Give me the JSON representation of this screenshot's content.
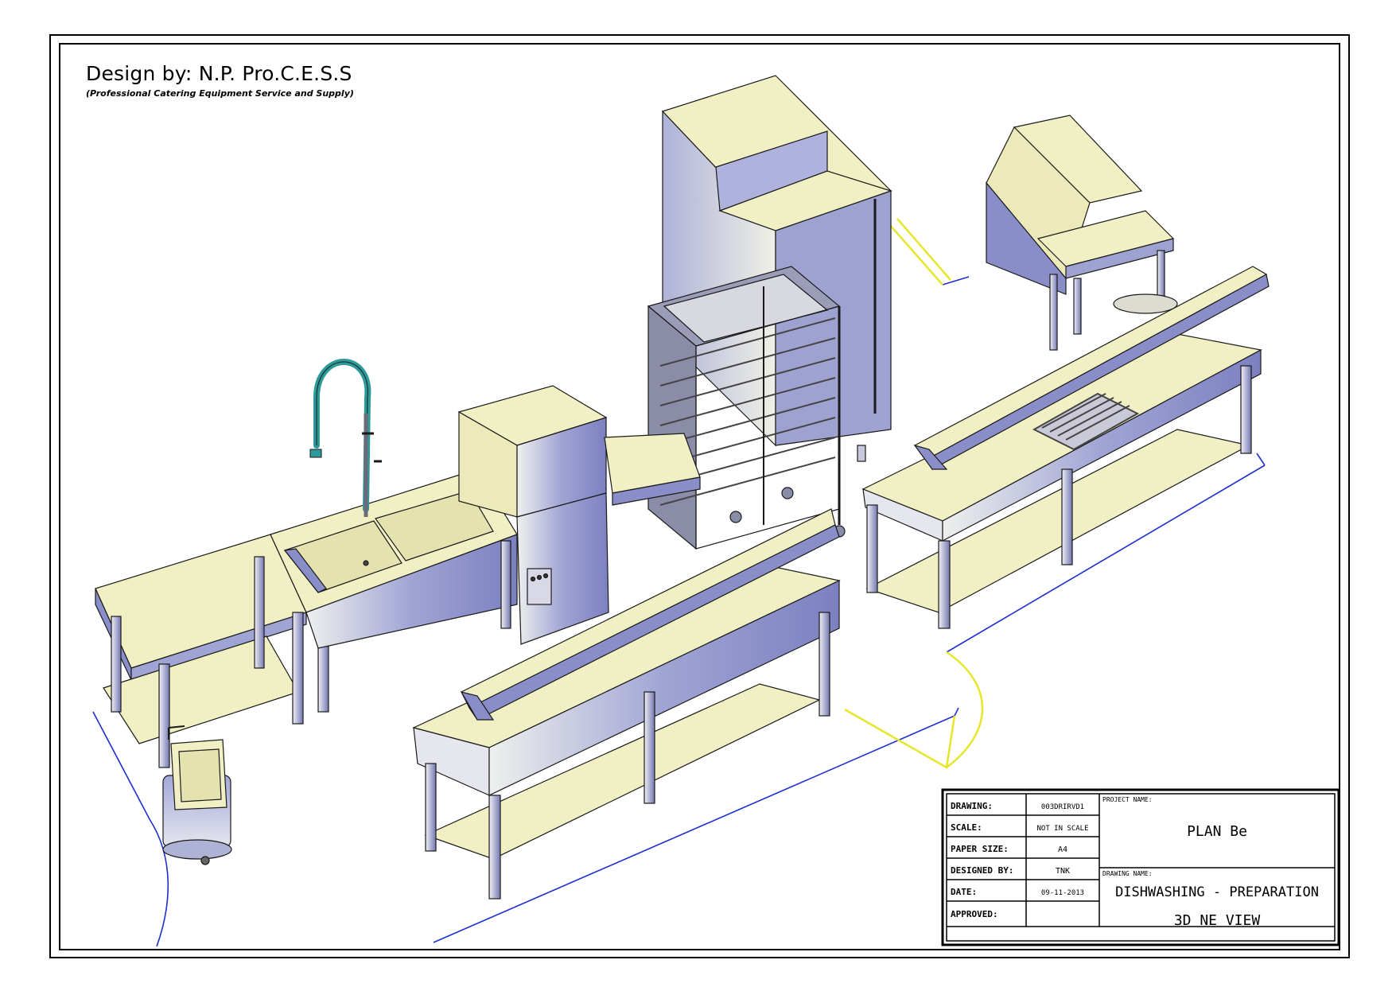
{
  "designer": {
    "prefix": "Design by:",
    "name": "N.P. Pro.C.E.S.S",
    "subtitle": "(Professional Catering Equipment Service and Supply)"
  },
  "title_block": {
    "drawing_label": "DRAWING:",
    "drawing_value": "003DRIRVD1",
    "scale_label": "SCALE:",
    "scale_value": "NOT IN SCALE",
    "paper_label": "PAPER SIZE:",
    "paper_value": "A4",
    "designed_label": "DESIGNED BY:",
    "designed_value": "TNK",
    "date_label": "DATE:",
    "date_value": "09-11-2013",
    "approved_label": "APPROVED:",
    "approved_value": "",
    "project_label": "PROJECT NAME:",
    "project_value": "PLAN Be",
    "drawing_name_label": "DRAWING NAME:",
    "drawing_name_line1": "DISHWASHING - PREPARATION",
    "drawing_name_line2": "3D NE VIEW"
  },
  "colors": {
    "top_surface": "#f1f0c4",
    "side_face": "#8a8ec8",
    "leg": "#c8c9de",
    "outline": "#1a1a1a",
    "floor_line": "#1e2fd0",
    "swing_line": "#e6e62a",
    "faucet": "#2d9a9a",
    "control_panel_red": "#cc2222"
  }
}
